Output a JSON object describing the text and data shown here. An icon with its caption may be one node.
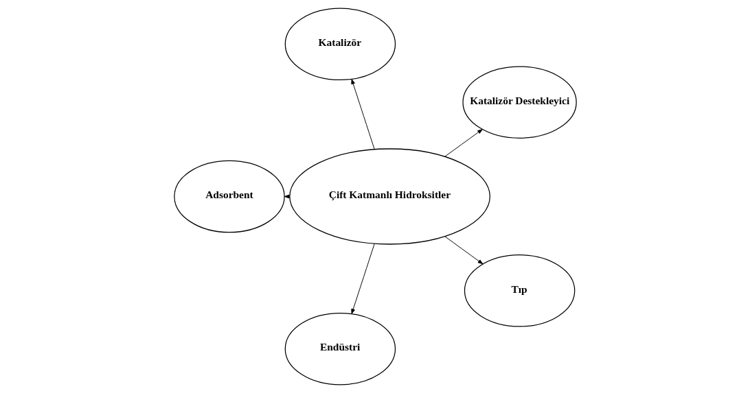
{
  "diagram": {
    "nodes": [
      {
        "text": [
          "Çift Katmanlı Hidroksitler"
        ]
      },
      {
        "text": [
          "Katalizör Destekleyici"
        ]
      },
      {
        "text": [
          "Katalizör"
        ]
      },
      {
        "text": [
          "Adsorbent"
        ]
      },
      {
        "text": [
          "Endüstri"
        ]
      },
      {
        "text": [
          "Tıp"
        ]
      }
    ],
    "edges": [
      {
        "from": 0,
        "to": 1,
        "arrow": "to"
      },
      {
        "from": 0,
        "to": 2,
        "arrow": "to"
      },
      {
        "from": 0,
        "to": 3,
        "arrow": "to"
      },
      {
        "from": 0,
        "to": 4,
        "arrow": "to"
      },
      {
        "from": 0,
        "to": 5,
        "arrow": "to"
      }
    ]
  }
}
